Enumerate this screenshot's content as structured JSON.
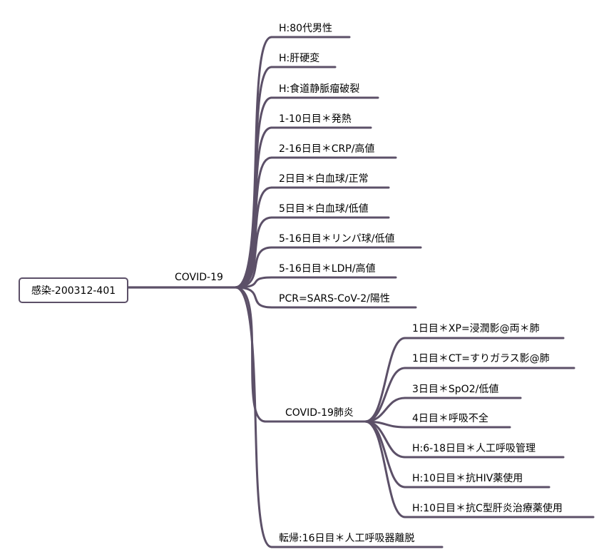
{
  "mindmap": {
    "root": "感染-200312-401",
    "branch": {
      "label": "COVID-19",
      "children": [
        "H:80代男性",
        "H:肝硬変",
        "H:食道静脈瘤破裂",
        "1-10日目＊発熱",
        "2-16日目＊CRP/高値",
        "2日目＊白血球/正常",
        "5日目＊白血球/低値",
        "5-16日目＊リンパ球/低値",
        "5-16日目＊LDH/高値",
        "PCR=SARS-CoV-2/陽性"
      ],
      "pneumonia": {
        "label": "COVID-19肺炎",
        "children": [
          "1日目＊XP=浸潤影@両＊肺",
          "1日目＊CT=すりガラス影@肺",
          "3日目＊SpO2/低値",
          "4日目＊呼吸不全",
          "H:6-18日目＊人工呼吸管理",
          "H:10日目＊抗HIV薬使用",
          "H:10日目＊抗C型肝炎治療薬使用"
        ]
      },
      "outcome": "転帰:16日目＊人工呼吸器離脱"
    }
  },
  "colors": {
    "line": "#5c5068",
    "text": "#000000",
    "background": "#ffffff"
  }
}
